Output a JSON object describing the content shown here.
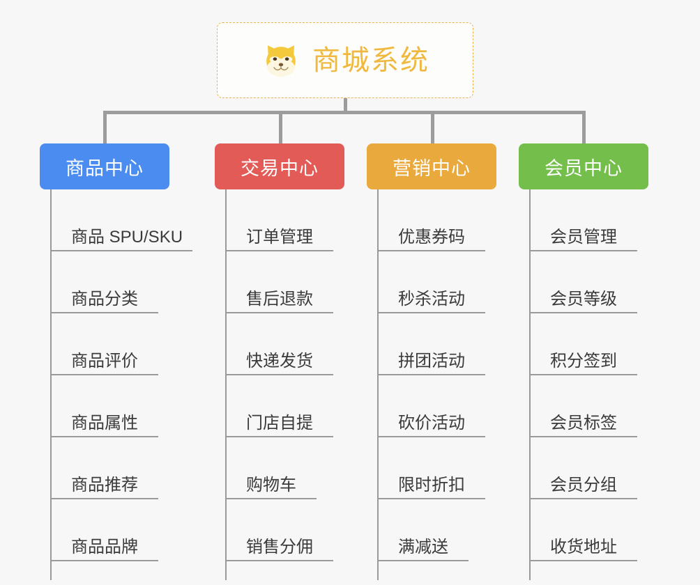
{
  "diagram": {
    "type": "mindmap-org-chart",
    "background_color": "#f7f7f7",
    "connector_color": "#9c9c9c",
    "root": {
      "icon": "shiba-dog-face-icon",
      "title": "商城系统",
      "title_color": "#efb93f",
      "border_color": "#e8b44a",
      "border_style": "dashed",
      "fill_color": "#fdfdfb"
    },
    "branches": [
      {
        "id": "product-center",
        "label": "商品中心",
        "color": "#4a8cf0",
        "items": [
          "商品 SPU/SKU",
          "商品分类",
          "商品评价",
          "商品属性",
          "商品推荐",
          "商品品牌"
        ]
      },
      {
        "id": "trade-center",
        "label": "交易中心",
        "color": "#e35b57",
        "items": [
          "订单管理",
          "售后退款",
          "快递发货",
          "门店自提",
          "购物车",
          "销售分佣"
        ]
      },
      {
        "id": "marketing-center",
        "label": "营销中心",
        "color": "#eaa93c",
        "items": [
          "优惠券码",
          "秒杀活动",
          "拼团活动",
          "砍价活动",
          "限时折扣",
          "满减送"
        ]
      },
      {
        "id": "member-center",
        "label": "会员中心",
        "color": "#74bf4b",
        "items": [
          "会员管理",
          "会员等级",
          "积分签到",
          "会员标签",
          "会员分组",
          "收货地址"
        ]
      }
    ]
  }
}
